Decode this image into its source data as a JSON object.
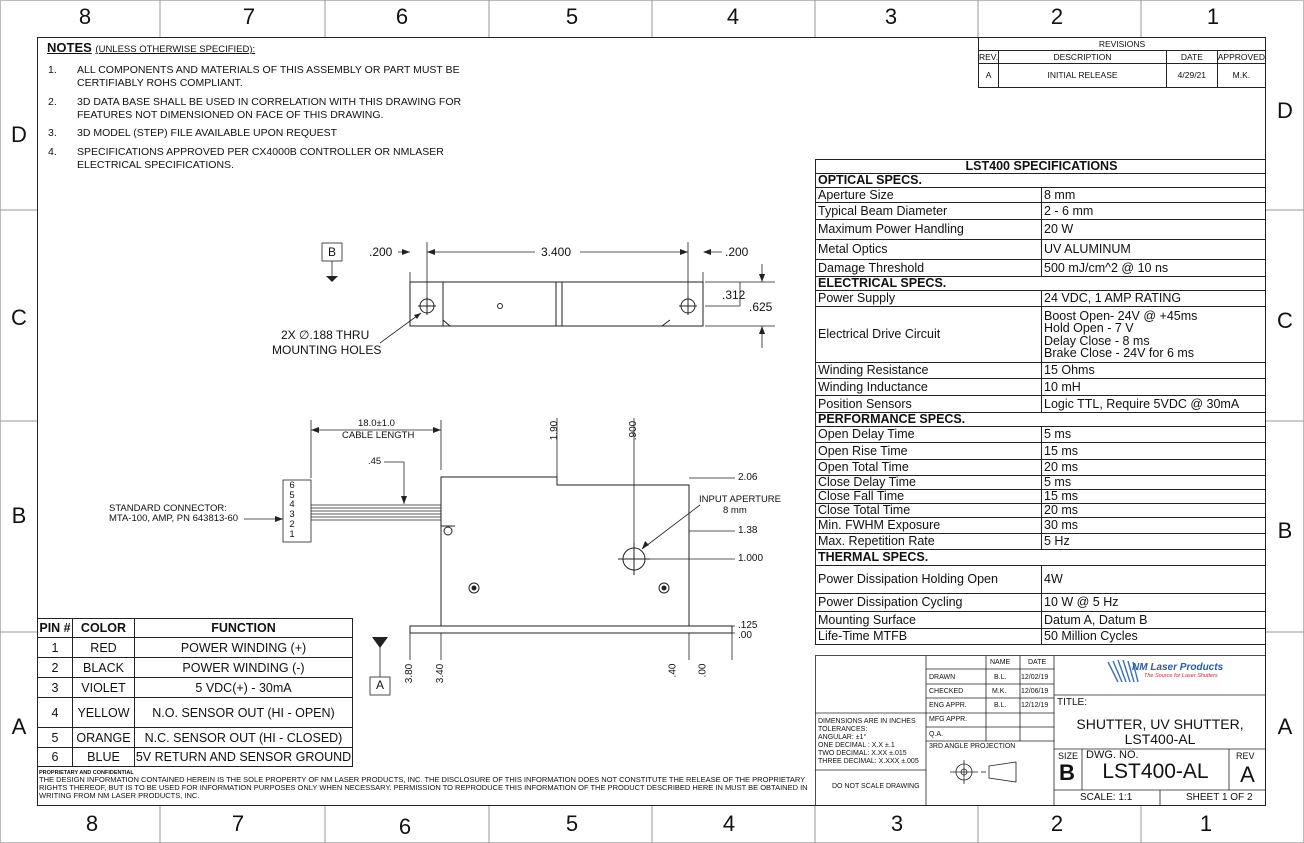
{
  "zones": {
    "columns": [
      "8",
      "7",
      "6",
      "5",
      "4",
      "3",
      "2",
      "1"
    ],
    "rows": [
      "D",
      "C",
      "B",
      "A"
    ]
  },
  "notes": {
    "title": "NOTES",
    "subtitle": "(UNLESS OTHERWISE SPECIFIED):",
    "items": [
      {
        "num": "1.",
        "text": "ALL COMPONENTS AND MATERIALS OF THIS ASSEMBLY OR PART MUST BE CERTIFIABLY ROHS COMPLIANT."
      },
      {
        "num": "2.",
        "text": "3D DATA BASE SHALL BE USED IN CORRELATION WITH THIS DRAWING FOR FEATURES NOT DIMENSIONED ON FACE OF THIS DRAWING."
      },
      {
        "num": "3.",
        "text": "3D MODEL (STEP) FILE AVAILABLE UPON REQUEST"
      },
      {
        "num": "4.",
        "text": "SPECIFICATIONS APPROVED PER CX4000B CONTROLLER OR NMLASER ELECTRICAL SPECIFICATIONS."
      }
    ]
  },
  "revisions": {
    "title": "REVISIONS",
    "headers": [
      "REV.",
      "DESCRIPTION",
      "DATE",
      "APPROVED"
    ],
    "rows": [
      [
        "A",
        "INITIAL RELEASE",
        "4/29/21",
        "M.K."
      ]
    ]
  },
  "top_view": {
    "datum_b": "B",
    "dim_left": ".200",
    "dim_length": "3.400",
    "dim_right": ".200",
    "dim_hole_offset": ".312",
    "dim_height": ".625",
    "holes_callout_1": "2X ∅.188 THRU",
    "holes_callout_2": "MOUNTING HOLES"
  },
  "front_view": {
    "cable_length_1": "18.0±1.0",
    "cable_length_2": "CABLE LENGTH",
    "dim_45": ".45",
    "connector_1": "STANDARD CONNECTOR:",
    "connector_2": "MTA-100, AMP, PN 643813-60",
    "pins": [
      "6",
      "5",
      "4",
      "3",
      "2",
      "1"
    ],
    "aperture_1": "INPUT APERTURE",
    "aperture_2": "8 mm",
    "datum_a": "A",
    "right_dims": [
      "2.06",
      "1.38",
      "1.000",
      ".125",
      ".00"
    ],
    "top_dims": [
      "1.90",
      ".900"
    ],
    "bottom_dims": [
      "3.80",
      "3.40",
      ".40",
      ".00"
    ]
  },
  "pin_table": {
    "headers": [
      "PIN #",
      "COLOR",
      "FUNCTION"
    ],
    "rows": [
      [
        "1",
        "RED",
        "POWER WINDING (+)"
      ],
      [
        "2",
        "BLACK",
        "POWER WINDING (-)"
      ],
      [
        "3",
        "VIOLET",
        "5 VDC(+) - 30mA"
      ],
      [
        "4",
        "YELLOW",
        "N.O. SENSOR OUT (HI - OPEN)"
      ],
      [
        "5",
        "ORANGE",
        "N.C. SENSOR OUT (HI - CLOSED)"
      ],
      [
        "6",
        "BLUE",
        "5V RETURN AND SENSOR GROUND"
      ]
    ]
  },
  "specs": {
    "title": "LST400  SPECIFICATIONS",
    "sections": [
      {
        "name": "OPTICAL SPECS.",
        "rows": [
          [
            "Aperture Size",
            "8 mm"
          ],
          [
            "Typical Beam Diameter",
            "2 - 6 mm"
          ],
          [
            "Maximum Power Handling",
            "20 W"
          ],
          [
            "Metal Optics",
            "UV ALUMINUM"
          ],
          [
            "Damage Threshold",
            "500 mJ/cm^2 @ 10 ns"
          ]
        ]
      },
      {
        "name": "ELECTRICAL SPECS.",
        "rows": [
          [
            "Power Supply",
            "24 VDC, 1 AMP RATING"
          ],
          [
            "Electrical Drive Circuit",
            "Boost Open- 24V @ +45ms\nHold Open - 7 V\nDelay Close - 8 ms\nBrake Close - 24V for 6 ms"
          ],
          [
            "Winding Resistance",
            "15 Ohms"
          ],
          [
            "Winding Inductance",
            "10 mH"
          ],
          [
            "Position Sensors",
            "Logic TTL, Require 5VDC @ 30mA"
          ]
        ]
      },
      {
        "name": "PERFORMANCE SPECS.",
        "rows": [
          [
            "Open Delay Time",
            "5 ms"
          ],
          [
            "Open Rise Time",
            "15 ms"
          ],
          [
            "Open Total Time",
            "20 ms"
          ],
          [
            "Close Delay Time",
            "5 ms"
          ],
          [
            "Close Fall Time",
            "15 ms"
          ],
          [
            "Close Total Time",
            "20 ms"
          ],
          [
            "Min. FWHM Exposure",
            "30 ms"
          ],
          [
            "Max. Repetition Rate",
            "5 Hz"
          ]
        ]
      },
      {
        "name": "THERMAL SPECS.",
        "rows": [
          [
            "Power Dissipation Holding Open",
            "4W"
          ],
          [
            "Power Dissipation Cycling",
            "10 W @ 5 Hz"
          ],
          [
            "Mounting Surface",
            "Datum A, Datum B"
          ],
          [
            "Life-Time MTFB",
            "50 Million Cycles"
          ]
        ]
      }
    ]
  },
  "title_block": {
    "col_name": "NAME",
    "col_date": "DATE",
    "signoffs": [
      [
        "DRAWN",
        "B.L.",
        "12/02/19"
      ],
      [
        "CHECKED",
        "M.K.",
        "12/06/19"
      ],
      [
        "ENG APPR.",
        "B.L.",
        "12/12/19"
      ],
      [
        "MFG APPR.",
        "",
        ""
      ],
      [
        "Q.A.",
        "",
        ""
      ]
    ],
    "tolerances": [
      "DIMENSIONS ARE IN INCHES",
      "TOLERANCES:",
      "ANGULAR: ±1°",
      "ONE DECIMAL :  X.X  ±.1",
      "TWO DECIMAL:  X.XX ±.015",
      "THREE DECIMAL:  X.XXX ±.005"
    ],
    "projection": "3RD ANGLE PROJECTION",
    "no_scale": "DO NOT SCALE DRAWING",
    "company": "NM Laser Products",
    "company_tagline": "The Source for Laser Shutters",
    "title_label": "TITLE:",
    "title_1": "SHUTTER, UV SHUTTER,",
    "title_2": "LST400-AL",
    "size_label": "SIZE",
    "size": "B",
    "dwg_label": "DWG.  NO.",
    "dwg_no": "LST400-AL",
    "rev_label": "REV",
    "rev": "A",
    "scale": "SCALE: 1:1",
    "sheet": "SHEET 1 OF 2"
  },
  "proprietary": {
    "heading": "PROPRIETARY AND CONFIDENTIAL",
    "text": "THE DESIGN INFORMATION CONTAINED HEREIN IS THE SOLE PROPERTY OF NM LASER PRODUCTS, INC.  THE DISCLOSURE OF THIS INFORMATION DOES NOT CONSTITUTE THE RELEASE OF THE PROPRIETARY RIGHTS THEREOF, BUT IS TO BE USED FOR INFORMATION PURPOSES ONLY WHEN NECESSARY. PERMISSION TO REPRODUCE THIS INFORMATION OF THE PRODUCT DESCRIBED HERE IN MUST BE OBTAINED IN WRITING FROM NM LASER PRODUCTS, INC."
  }
}
